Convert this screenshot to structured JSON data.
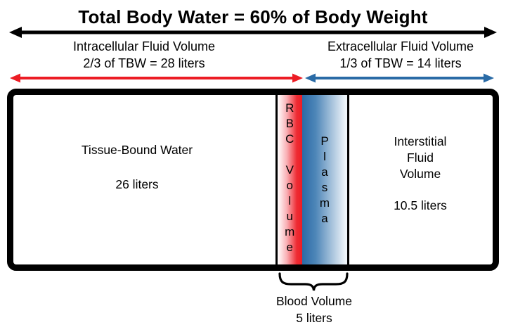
{
  "title": "Total Body Water = 60% of Body Weight",
  "top": {
    "intracellular": {
      "line1": "Intracellular Fluid Volume",
      "line2": "2/3 of TBW = 28 liters"
    },
    "extracellular": {
      "line1": "Extracellular Fluid Volume",
      "line2": "1/3 of TBW = 14 liters"
    }
  },
  "box": {
    "tissue": {
      "label": "Tissue-Bound Water",
      "volume": "26 liters"
    },
    "rbc": {
      "label": "RBC Volume"
    },
    "plasma": {
      "label": "Plasma"
    },
    "interstitial": {
      "lines": [
        "Interstitial",
        "Fluid",
        "Volume"
      ],
      "volume": "10.5 liters"
    }
  },
  "blood": {
    "label": "Blood Volume",
    "volume": "5 liters"
  },
  "colors": {
    "black": "#000000",
    "red": "#ec1c24",
    "blue": "#2a6ba6",
    "rbc_gradient": [
      "#ffffff",
      "#ec1c24"
    ],
    "plasma_gradient": [
      "#2a6ba6",
      "#eef4f9"
    ]
  }
}
